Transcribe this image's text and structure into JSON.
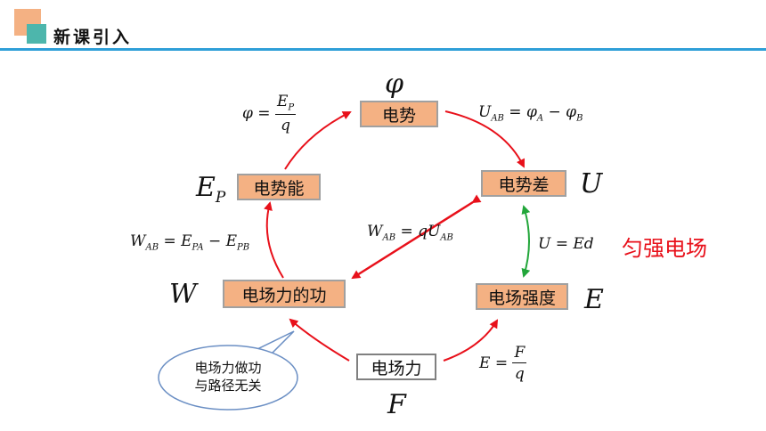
{
  "header": {
    "title": "新课引入"
  },
  "nodes": {
    "potential": "电势",
    "potential_difference": "电势差",
    "potential_energy": "电势能",
    "work": "电场力的功",
    "field_strength": "电场强度",
    "force": "电场力"
  },
  "symbols": {
    "phi": "φ",
    "u": "U",
    "ep": "E",
    "ep_sub": "P",
    "w": "W",
    "e": "E",
    "f": "F"
  },
  "formulas": {
    "phi_def": {
      "lhs": "φ =",
      "num": "E",
      "num_sub": "P",
      "den": "q"
    },
    "uab": {
      "lhs": "U",
      "lhs_sub": "AB",
      "mid": " = φ",
      "mid_sub": "A",
      "rest": " − φ",
      "rest_sub": "B"
    },
    "wab_ep": {
      "lhs": "W",
      "lhs_sub": "AB",
      "mid": " = E",
      "mid_sub": "PA",
      "rest": " − E",
      "rest_sub": "PB"
    },
    "wab_qu": {
      "lhs": "W",
      "lhs_sub": "AB",
      "mid": " = qU",
      "mid_sub": "AB"
    },
    "u_ed": "U  =  Ed",
    "e_def": {
      "lhs": "E =",
      "num": "F",
      "den": "q"
    }
  },
  "uniform_field_label": "匀强电场",
  "callout": {
    "line1": "电场力做功",
    "line2": "与路径无关"
  },
  "colors": {
    "box_fill": "#f4b183",
    "arrow_red": "#e8101a",
    "arrow_green": "#22a63a",
    "accent_line": "#2e9fd8",
    "teal": "#4db6ac"
  }
}
